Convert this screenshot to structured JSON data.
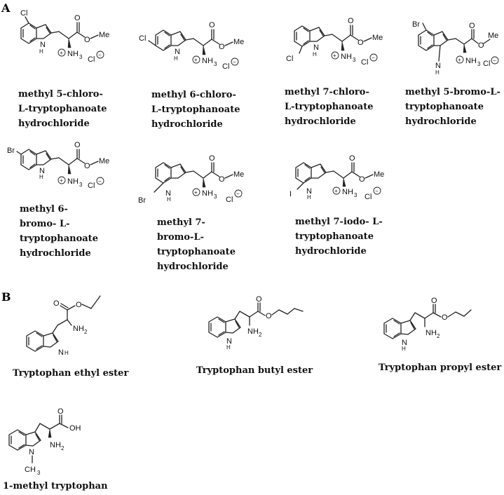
{
  "panels": {
    "a": "A",
    "b": "B"
  },
  "atoms": {
    "cl": "Cl",
    "br": "Br",
    "i": "I",
    "o": "O",
    "oh": "OH",
    "me": "Me",
    "nh": "N",
    "nh_h": "H",
    "nh3": "NH",
    "nh2": "NH",
    "sub3": "3",
    "sub2": "2",
    "ch3": "CH",
    "plus": "+",
    "minus": "−"
  },
  "compounds_a": [
    {
      "lines": [
        "methyl 5-chloro-",
        "L-tryptophanoate",
        "hydrochloride"
      ]
    },
    {
      "lines": [
        "methyl 6-chloro-",
        "L-tryptophanoate",
        "hydrochloride"
      ]
    },
    {
      "lines": [
        "methyl 7-chloro-",
        "L-tryptophanoate",
        "hydrochloride"
      ]
    },
    {
      "lines": [
        "methyl 5-bromo-L-",
        "tryptophanoate",
        "hydrochloride"
      ]
    },
    {
      "lines": [
        "methyl 6-",
        "bromo- L-",
        "tryptophanoate",
        "hydrochloride"
      ]
    },
    {
      "lines": [
        "methyl 7-",
        "bromo-L-",
        "tryptophanoate",
        "hydrochloride"
      ]
    },
    {
      "lines": [
        "methyl 7-iodo- L-",
        "tryptophanoate",
        "hydrochloride"
      ]
    }
  ],
  "compounds_b": [
    {
      "name": "Tryptophan ethyl ester"
    },
    {
      "name": "Tryptophan butyl ester"
    },
    {
      "name": "Tryptophan propyl ester"
    },
    {
      "name": "1-methyl tryptophan"
    }
  ]
}
